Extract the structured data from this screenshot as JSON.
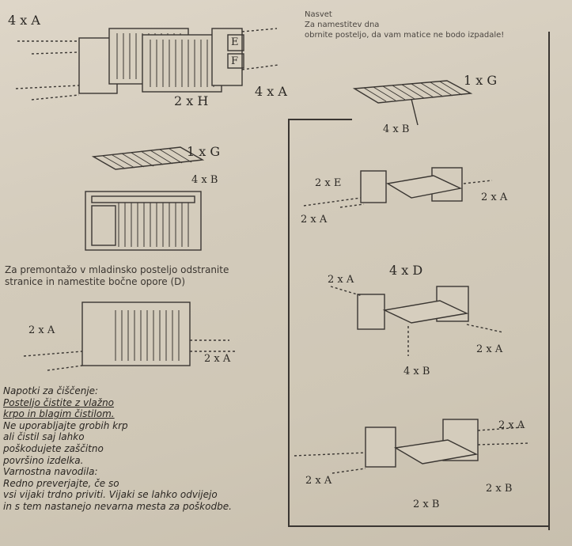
{
  "tip": {
    "title": "Nasvet",
    "line1": "Za namestitev dna",
    "line2": "obrnite posteljo, da vam matice ne bodo  izpadale!"
  },
  "labels": {
    "s1_4xA": "4 x  A",
    "s1_E": "E",
    "s1_F": "F",
    "s1_2xH": "2 x H",
    "s1_4xA_b": "4 x  A",
    "s2_1xG": "1 x G",
    "s2_4xB": "4 x B",
    "s3_1xG": "1 x G",
    "s3_4xB": "4 x B",
    "s4_2xE": "2 x  E",
    "s4_2xA_r": "2 x  A",
    "s4_2xA_l": "2 x  A",
    "s5_4xD": "4 x D",
    "s5_2xA": "2 x A",
    "s5_2xA_r": "2 x A",
    "s5_4xB": "4 x  B",
    "s6_2xA": "2 x  A",
    "s6_2xA_r": "2 x  A",
    "s7_2xA": "2 x  A",
    "s7_2xA_l": "2 x  A",
    "s7_2xB_r": "2 x  B",
    "s7_2xB": "2 x  B"
  },
  "premount": {
    "line1": "Za premontažo v mladinsko posteljo odstranite",
    "line2": "stranice in namestite bočne opore (D)"
  },
  "cleaning": {
    "title": "Napotki za čiščenje:",
    "line1": "Posteljo čistite z vlažno",
    "line2": "krpo in blagim čistilom.",
    "line3": "Ne uporabljajte grobih krp",
    "line4": "ali čistil saj lahko",
    "line5": "poškodujete zaščitno",
    "line6": "površino izdelka."
  },
  "safety": {
    "title": "Varnostna navodila:",
    "line1": "Redno preverjajte, če so",
    "line2": "vsi vijaki trdno priviti. Vijaki se lahko odvijejo",
    "line3": "in s tem nastanejo nevarna mesta za poškodbe."
  }
}
